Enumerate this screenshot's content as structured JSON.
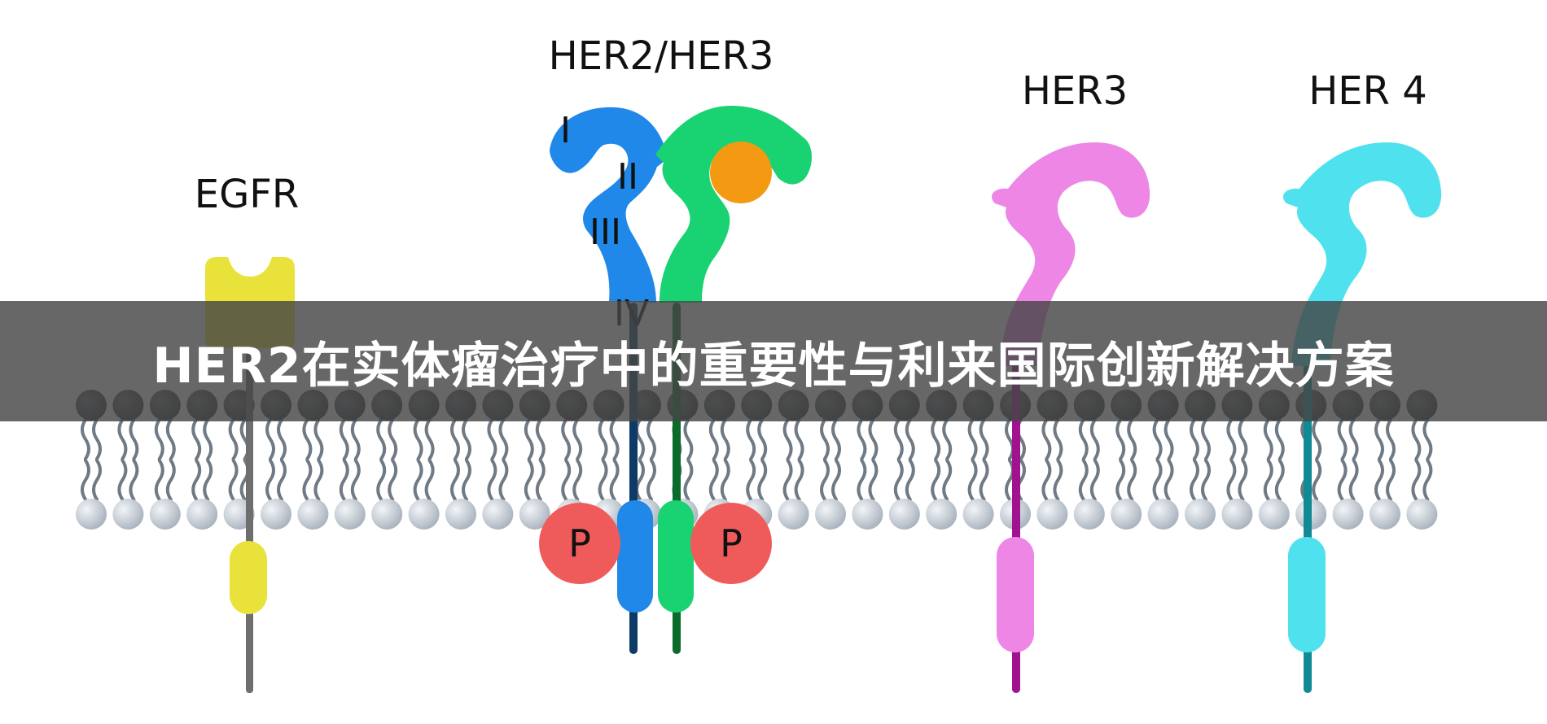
{
  "banner": {
    "title": "HER2在实体瘤治疗中的重要性与利来国际创新解决方案"
  },
  "receptors": {
    "egfr": {
      "label": "EGFR",
      "color": "#e9e23a",
      "stalk_color": "#6e6e6e"
    },
    "her2_her3": {
      "label": "HER2/HER3",
      "her2_color": "#1f88e8",
      "her3_color": "#19d272",
      "ligand_color": "#f39a12",
      "domains": [
        "I",
        "II",
        "III",
        "IV"
      ],
      "phospho": [
        "P",
        "P"
      ],
      "phospho_color": "#ef5b5b"
    },
    "her3": {
      "label": "HER3",
      "color": "#ee86e6",
      "stalk_color": "#a0128e"
    },
    "her4": {
      "label": "HER 4",
      "color": "#4fe2ee",
      "stalk_color": "#128a96"
    }
  },
  "membrane": {
    "head_top_color": "#4a4d52",
    "head_bottom_color": "#bfc6cf",
    "tail_color": "#6f7a84"
  }
}
